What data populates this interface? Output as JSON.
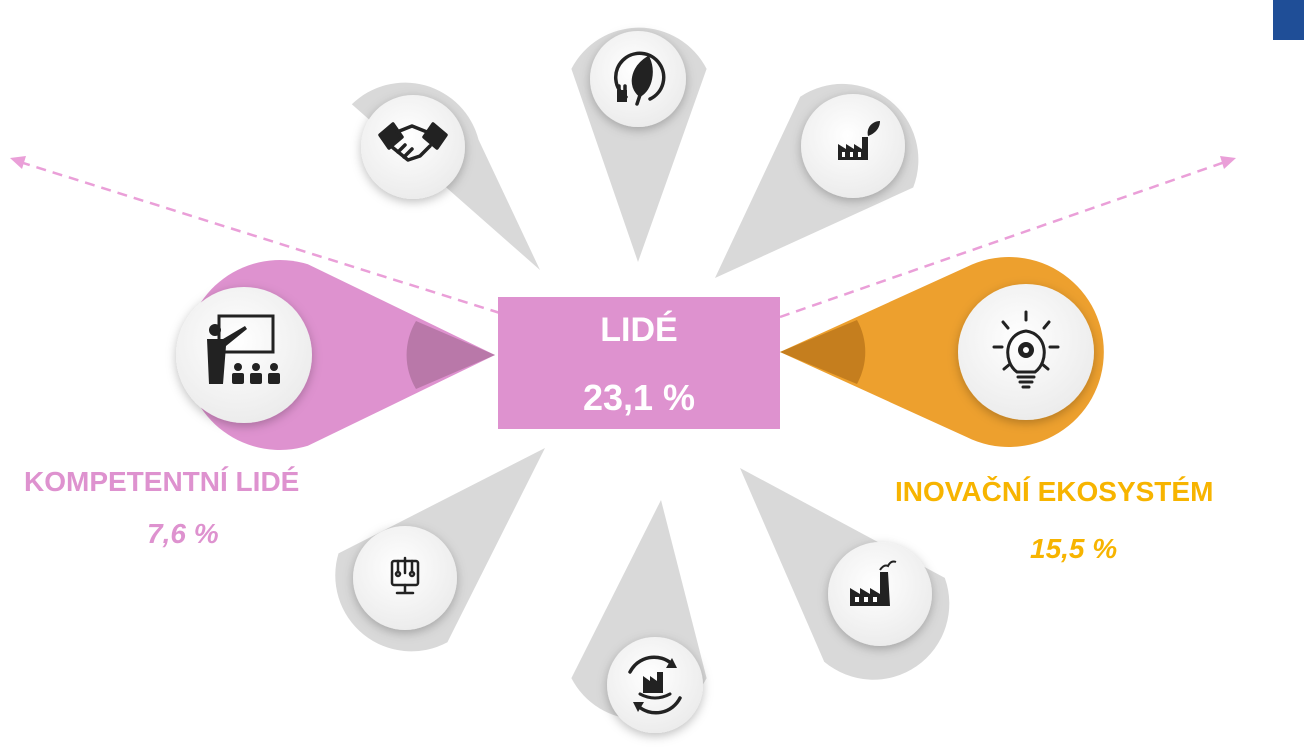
{
  "center": {
    "title": "LIDÉ",
    "value": "23,1 %"
  },
  "left_highlight": {
    "title": "KOMPETENTNÍ LIDÉ",
    "value": "7,6 %",
    "color": "#de92cf",
    "icon": "teacher-presentation-icon"
  },
  "right_highlight": {
    "title": "INOVAČNÍ EKOSYSTÉM",
    "value": "15,5 %",
    "color": "#f7b400",
    "icon": "lightbulb-gear-icon"
  },
  "colors": {
    "pink": "#de92cf",
    "orange": "#eda02e",
    "grey_pin": "#d9d9d9",
    "corner": "#1f4e97",
    "arrow": "#ea9fd8"
  },
  "pins": [
    {
      "icon": "handshake-icon"
    },
    {
      "icon": "leaf-plug-icon"
    },
    {
      "icon": "green-factory-icon"
    },
    {
      "icon": "circuit-monitor-icon"
    },
    {
      "icon": "recycling-factory-icon"
    },
    {
      "icon": "factory-icon"
    }
  ]
}
